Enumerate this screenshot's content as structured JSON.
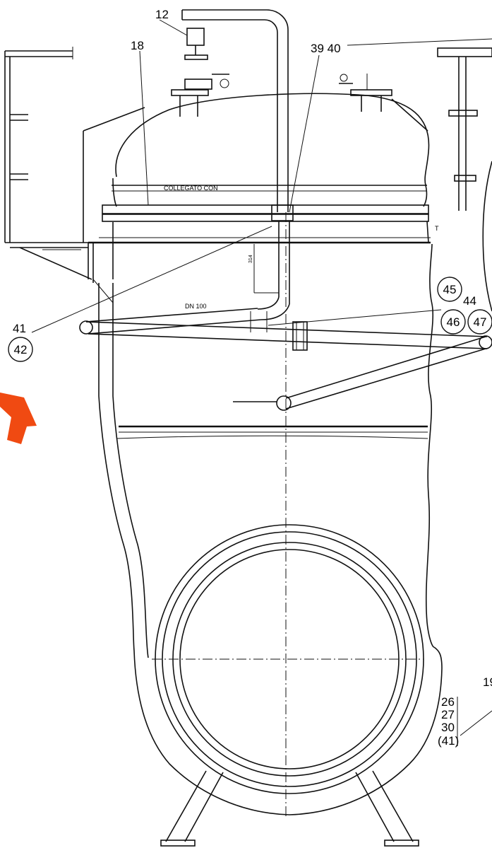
{
  "colors": {
    "line": "#111111",
    "background": "#ffffff",
    "arrow": "#f04a12"
  },
  "callouts": {
    "c12": "12",
    "c18": "18",
    "c39_40": "39 40",
    "c41": "41",
    "c42": "42",
    "c44": "44",
    "c45": "45",
    "c46": "46",
    "c47": "47",
    "c19": "19",
    "c26": "26",
    "c27": "27",
    "c30": "30",
    "c41b": "(41)"
  },
  "notes": {
    "collegato_con": "COLLEGATO CON",
    "dn_100": "DN 100",
    "dim_314": "314",
    "mark_t": "T"
  },
  "icons": {
    "highlight_arrow": "up-arrow-icon"
  }
}
